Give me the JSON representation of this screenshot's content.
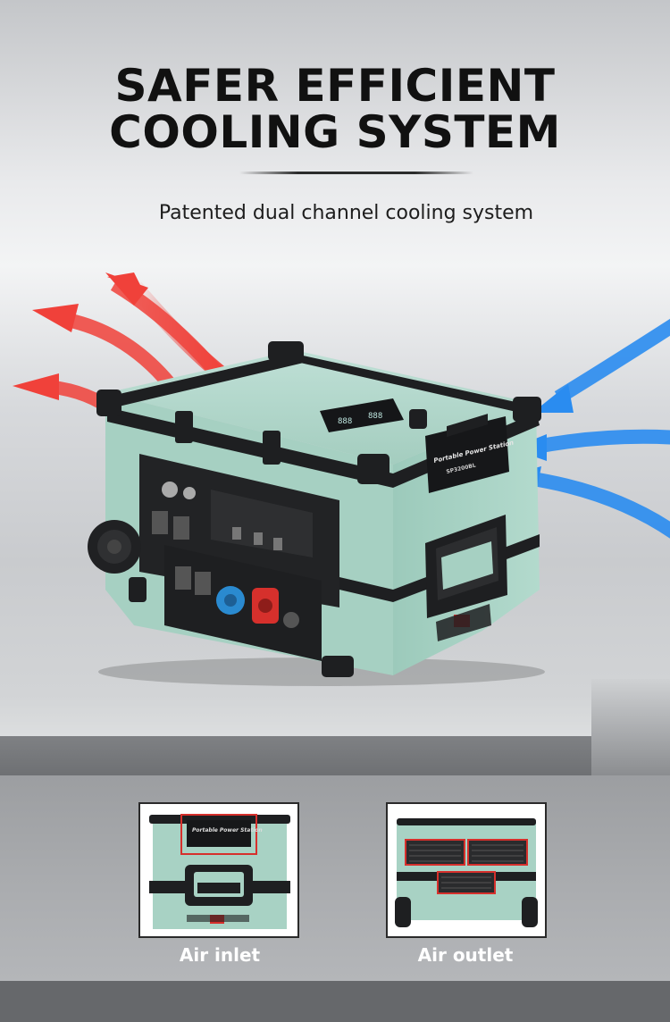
{
  "header": {
    "title_line1": "SAFER EFFICIENT",
    "title_line2": "COOLING SYSTEM",
    "subtitle": "Patented dual channel cooling system"
  },
  "product": {
    "badge_line1": "Portable Power Station",
    "badge_line2": "SP3200BL",
    "display_readout_left": "888",
    "display_readout_right": "888"
  },
  "airflow": {
    "hot_air_color": "#f0413a",
    "cool_air_color": "#2a8cf0"
  },
  "colors": {
    "body_mint": "#a9d3c6",
    "trim_black": "#1e1f21",
    "socket_blue": "#2a8ad0",
    "socket_red": "#d6302c"
  },
  "gallery": [
    {
      "label": "Air inlet",
      "icon": "air-inlet-view"
    },
    {
      "label": "Air outlet",
      "icon": "air-outlet-view"
    }
  ]
}
